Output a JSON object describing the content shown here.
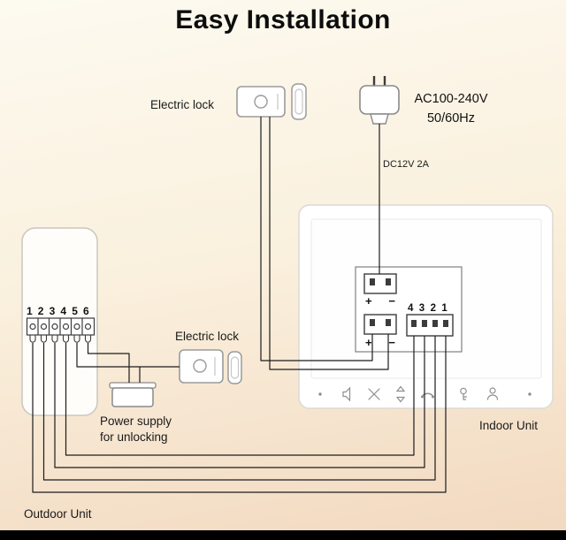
{
  "title": "Easy Installation",
  "labels": {
    "electric_lock_top": "Electric lock",
    "electric_lock_mid": "Electric lock",
    "ac_rating": {
      "line1": "AC100-240V",
      "line2": "50/60Hz"
    },
    "dc_rating": "DC12V 2A",
    "power_supply": {
      "line1": "Power supply",
      "line2": "for unlocking"
    },
    "indoor_unit": "Indoor Unit",
    "outdoor_unit": "Outdoor Unit"
  },
  "connectors": {
    "outdoor_terminal_numbers": "1 2 3 4 5 6",
    "monitor_terminal_numbers": "4 3 2 1",
    "plus": "+",
    "minus": "−"
  },
  "monitor_icons": [
    "indicator-dot",
    "speaker-icon",
    "settings-icon",
    "volume-arrows-icon",
    "phone-icon",
    "unlock-key-icon",
    "intercom-icon",
    "indicator-dot"
  ],
  "colors": {
    "background_top": "#fdfaf0",
    "background_bottom": "#f2d8bf",
    "wire": "#1c1c1c",
    "device_outline": "#9b9b9b",
    "connector_outline": "#3c3c3c",
    "bottom_bar": "#000000"
  }
}
